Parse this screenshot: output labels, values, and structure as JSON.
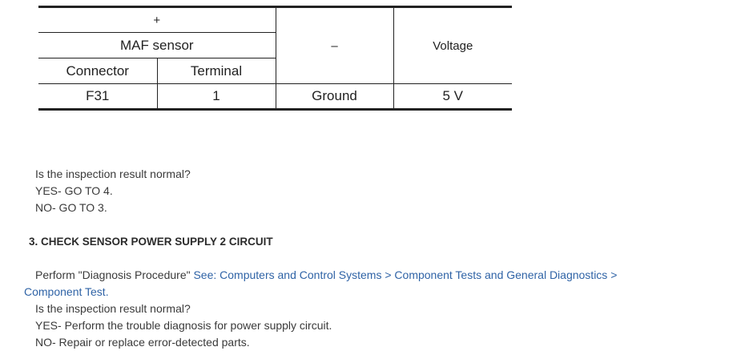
{
  "table": {
    "plus_header": "+",
    "minus_header": "–",
    "voltage_header": "Voltage",
    "group_header": "MAF sensor",
    "connector_header": "Connector",
    "terminal_header": "Terminal",
    "row": {
      "connector": "F31",
      "terminal": "1",
      "minus": "Ground",
      "voltage": "5 V"
    }
  },
  "step2_result": {
    "question": "Is the inspection result normal?",
    "yes": "YES- GO TO 4.",
    "no": "NO- GO TO 3."
  },
  "step3": {
    "title": "3. CHECK SENSOR POWER SUPPLY 2 CIRCUIT",
    "perform_prefix": "Perform \"Diagnosis Procedure\" ",
    "link_line1": "See: Computers and Control Systems > Component Tests and General Diagnostics >",
    "link_line2": "Component Test",
    "link_suffix": ".",
    "question": "Is the inspection result normal?",
    "yes": "YES- Perform the trouble diagnosis for power supply circuit.",
    "no": "NO- Repair or replace error-detected parts."
  }
}
